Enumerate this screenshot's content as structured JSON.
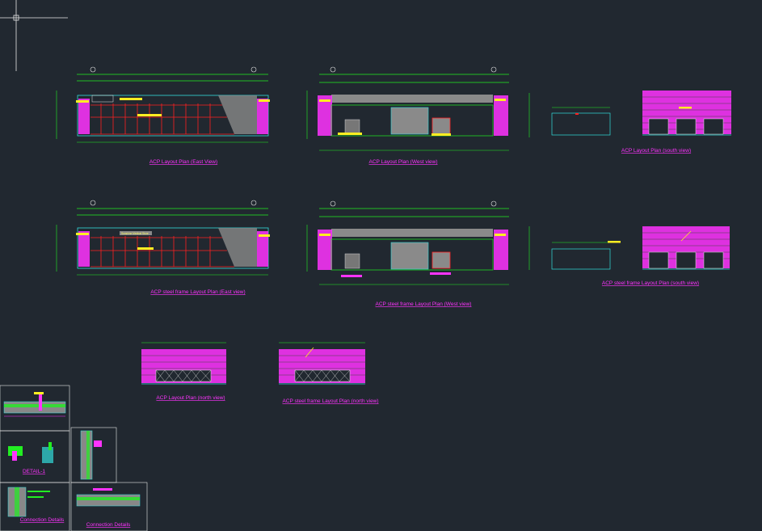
{
  "drawing": {
    "background": "#212830",
    "colors": {
      "magenta": "#ff33ff",
      "red": "#ff2020",
      "green": "#22ee22",
      "cyan": "#33dddd",
      "yellow": "#ffee22",
      "grey": "#888888",
      "white": "#e8e8e8"
    },
    "captions": {
      "acp_east": "ACP Layout Plan (East View)",
      "acp_west": "ACP Layout Plan (West view)",
      "acp_south": "ACP Layout Plan (south view)",
      "steel_east": "ACP steel frame Layout Plan (East view)",
      "steel_west": "ACP steel frame Layout Plan (West view)",
      "steel_south": "ACP steel frame Layout Plan (south view)",
      "acp_north": "ACP Layout Plan (north view)",
      "steel_north": "ACP steel frame Layout Plan (north view)",
      "detail_1": "DETAIL-1",
      "connection_1": "Connection Details",
      "connection_2": "Connection Details"
    },
    "signage_text": "Sunshine Medical Store"
  }
}
